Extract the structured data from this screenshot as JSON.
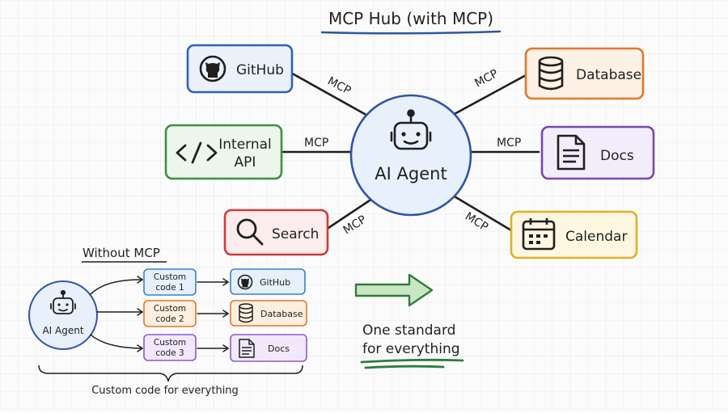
{
  "title": "MCP Hub (with MCP)",
  "hub": {
    "label": "AI Agent",
    "icon": "robot-icon"
  },
  "connector_label": "MCP",
  "tools": [
    {
      "id": "github",
      "label": "GitHub",
      "icon": "github-icon",
      "color": "#2f63b8",
      "fill": "#eaf1fb"
    },
    {
      "id": "internal",
      "label_line1": "Internal",
      "label_line2": "API",
      "icon": "code-icon",
      "color": "#3f8f3f",
      "fill": "#ecf6ea"
    },
    {
      "id": "search",
      "label": "Search",
      "icon": "search-icon",
      "color": "#cc3b3b",
      "fill": "#fcecec"
    },
    {
      "id": "database",
      "label": "Database",
      "icon": "database-icon",
      "color": "#e0782a",
      "fill": "#fdf0e4"
    },
    {
      "id": "docs",
      "label": "Docs",
      "icon": "document-icon",
      "color": "#7a46b8",
      "fill": "#f3ecfa"
    },
    {
      "id": "calendar",
      "label": "Calendar",
      "icon": "calendar-icon",
      "color": "#e0b020",
      "fill": "#fdf7e2"
    }
  ],
  "without_mcp": {
    "title": "Without MCP",
    "agent_label": "AI Agent",
    "custom_code": [
      {
        "line1": "Custom",
        "line2": "code 1",
        "color": "#3b7fd1",
        "fill": "#e5f0fb"
      },
      {
        "line1": "Custom",
        "line2": "code 2",
        "color": "#e0782a",
        "fill": "#fdeedf"
      },
      {
        "line1": "Custom",
        "line2": "code 3",
        "color": "#8e5bc9",
        "fill": "#f1e8fb"
      }
    ],
    "targets": [
      {
        "label": "GitHub",
        "icon": "github-icon",
        "color": "#3b7fd1",
        "fill": "#e5f0fb"
      },
      {
        "label": "Database",
        "icon": "database-icon",
        "color": "#e0782a",
        "fill": "#fdeedf"
      },
      {
        "label": "Docs",
        "icon": "document-icon",
        "color": "#8e5bc9",
        "fill": "#f1e8fb"
      }
    ],
    "footer": "Custom code for everything"
  },
  "arrow_color": "#2f7d3a",
  "standard": {
    "line1": "One standard",
    "line2": "for everything"
  }
}
